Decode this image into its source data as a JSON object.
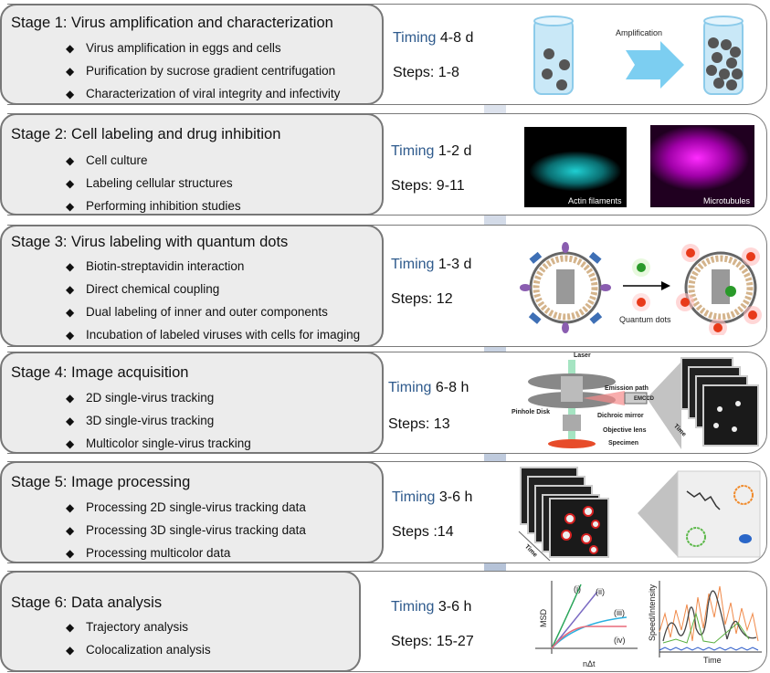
{
  "stages": [
    {
      "title": "Stage 1: Virus amplification and characterization",
      "bullets": [
        "Virus amplification in eggs and cells",
        "Purification by sucrose gradient centrifugation",
        "Characterization of viral integrity and infectivity"
      ],
      "timing_label": "Timing",
      "timing_value": "4-8 d",
      "steps": "Steps: 1-8",
      "illustration": {
        "caption": "Amplification"
      }
    },
    {
      "title": "Stage 2: Cell labeling and drug inhibition",
      "bullets": [
        "Cell culture",
        "Labeling cellular structures",
        "Performing inhibition studies"
      ],
      "timing_label": "Timing",
      "timing_value": "1-2 d",
      "steps": "Steps: 9-11",
      "illustration": {
        "left_caption": "Actin filaments",
        "right_caption": "Microtubules"
      }
    },
    {
      "title": "Stage 3: Virus labeling with quantum dots",
      "bullets": [
        "Biotin-streptavidin interaction",
        "Direct chemical coupling",
        "Dual labeling of inner and outer components",
        "Incubation of labeled viruses with cells for imaging"
      ],
      "timing_label": "Timing",
      "timing_value": "1-3 d",
      "steps": "Steps: 12",
      "illustration": {
        "caption": "Quantum dots"
      }
    },
    {
      "title": "Stage 4: Image acquisition",
      "bullets": [
        "2D single-virus tracking",
        "3D single-virus tracking",
        "Multicolor single-virus tracking"
      ],
      "timing_label": "Timing",
      "timing_value": "6-8 h",
      "steps": "Steps: 13",
      "illustration": {
        "labels": [
          "Laser",
          "Emission path",
          "Pinhole Disk",
          "Dichroic mirror",
          "EMCCD",
          "Objective lens",
          "Specimen",
          "Time"
        ]
      }
    },
    {
      "title": "Stage 5: Image processing",
      "bullets": [
        "Processing 2D single-virus tracking data",
        "Processing 3D single-virus tracking data",
        "Processing multicolor data"
      ],
      "timing_label": "Timing",
      "timing_value": "3-6 h",
      "steps": "Steps :14",
      "illustration": {
        "time_label": "Time"
      }
    },
    {
      "title": "Stage 6: Data analysis",
      "bullets": [
        "Trajectory analysis",
        "Colocalization analysis"
      ],
      "timing_label": "Timing",
      "timing_value": "3-6 h",
      "steps": "Steps: 15-27",
      "illustration": {
        "msd_ylabel": "MSD",
        "msd_xlabel": "nΔt",
        "msd_curves": [
          "(i)",
          "(ii)",
          "(iii)",
          "(iv)"
        ],
        "speed_ylabel": "Speed/Intensity",
        "speed_xlabel": "Time"
      }
    }
  ],
  "colors": {
    "timing_word": "#2e5a8c",
    "stage_box_fill": "#ececec",
    "arrow": "#b8c6da"
  }
}
